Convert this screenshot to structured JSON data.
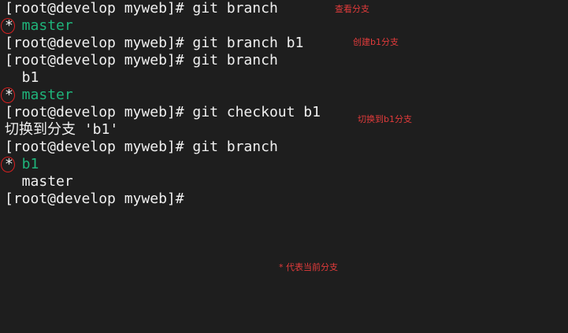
{
  "terminal": {
    "lines": [
      {
        "type": "cmd",
        "prompt": "[root@develop myweb]#",
        "command": " git branch"
      },
      {
        "type": "branch",
        "star": "*",
        "name": " master",
        "current": true
      },
      {
        "type": "cmd",
        "prompt": "[root@develop myweb]#",
        "command": " git branch b1"
      },
      {
        "type": "cmd",
        "prompt": "[root@develop myweb]#",
        "command": " git branch"
      },
      {
        "type": "branch",
        "star": " ",
        "name": " b1",
        "current": false
      },
      {
        "type": "branch",
        "star": "*",
        "name": " master",
        "current": true
      },
      {
        "type": "cmd",
        "prompt": "[root@develop myweb]#",
        "command": " git checkout b1"
      },
      {
        "type": "text",
        "text": "切换到分支 'b1'"
      },
      {
        "type": "cmd",
        "prompt": "[root@develop myweb]#",
        "command": " git branch"
      },
      {
        "type": "branch",
        "star": "*",
        "name": " b1",
        "current": true
      },
      {
        "type": "branch",
        "star": " ",
        "name": " master",
        "current": false
      },
      {
        "type": "cmd",
        "prompt": "[root@develop myweb]#",
        "command": ""
      }
    ]
  },
  "annotations": {
    "view_branches": "查看分支",
    "create_b1": "创建b1分支",
    "switch_b1": "切换到b1分支",
    "star_meaning": "* 代表当前分支"
  },
  "colors": {
    "background": "#1e1e1e",
    "text": "#f0f0f0",
    "current_branch": "#1fb37a",
    "annotation": "#e23b3b"
  }
}
